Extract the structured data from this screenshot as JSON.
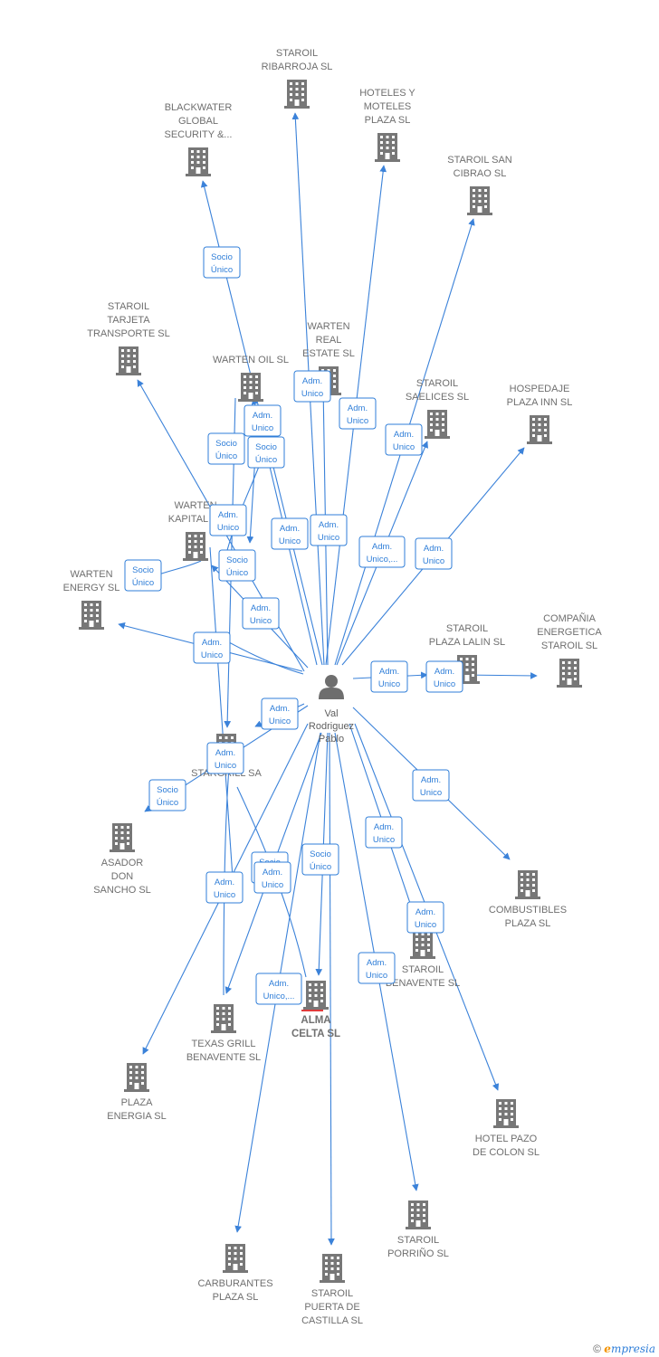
{
  "center": {
    "lines": [
      "Val",
      "Rodriguez",
      "Pablo"
    ],
    "icon": "person-icon"
  },
  "nodes": [
    {
      "id": "staroil-ribarroja",
      "lines": [
        "STAROIL",
        "RIBARROJA  SL"
      ]
    },
    {
      "id": "hoteles-moteles",
      "lines": [
        "HOTELES Y",
        "MOTELES",
        "PLAZA SL"
      ]
    },
    {
      "id": "blackwater",
      "lines": [
        "BLACKWATER",
        "GLOBAL",
        "SECURITY &..."
      ]
    },
    {
      "id": "staroil-san-cibrao",
      "lines": [
        "STAROIL SAN",
        "CIBRAO  SL"
      ]
    },
    {
      "id": "staroil-tarjeta",
      "lines": [
        "STAROIL",
        "TARJETA",
        "TRANSPORTE SL"
      ]
    },
    {
      "id": "warten-real",
      "lines": [
        "WARTEN",
        "REAL",
        "ESTATE  SL"
      ]
    },
    {
      "id": "warten-oil",
      "lines": [
        "WARTEN OIL  SL"
      ]
    },
    {
      "id": "staroil-saelices",
      "lines": [
        "STAROIL",
        "SAELICES  SL"
      ]
    },
    {
      "id": "hospedaje",
      "lines": [
        "HOSPEDAJE",
        "PLAZA INN SL"
      ]
    },
    {
      "id": "warten-kapital",
      "lines": [
        "WARTEN",
        "KAPITAL  SL"
      ]
    },
    {
      "id": "warten-energy",
      "lines": [
        "WARTEN",
        "ENERGY  SL"
      ]
    },
    {
      "id": "staroil-lalin",
      "lines": [
        "STAROIL",
        "PLAZA LALIN  SL"
      ]
    },
    {
      "id": "compania",
      "lines": [
        "COMPAÑIA",
        "ENERGETICA",
        "STAROIL  SL"
      ]
    },
    {
      "id": "stargrill",
      "lines": [
        "STARGRILL SA"
      ]
    },
    {
      "id": "asador",
      "lines": [
        "ASADOR",
        "DON",
        "SANCHO  SL"
      ]
    },
    {
      "id": "combustibles",
      "lines": [
        "COMBUSTIBLES",
        "PLAZA SL"
      ]
    },
    {
      "id": "staroil-benavente",
      "lines": [
        "STAROIL",
        "BENAVENTE  SL"
      ]
    },
    {
      "id": "alma-celta",
      "lines": [
        "ALMA",
        "CELTA  SL"
      ]
    },
    {
      "id": "texas-grill",
      "lines": [
        "TEXAS GRILL",
        "BENAVENTE  SL"
      ]
    },
    {
      "id": "plaza-energia",
      "lines": [
        "PLAZA",
        "ENERGIA SL"
      ]
    },
    {
      "id": "hotel-pazo",
      "lines": [
        "HOTEL PAZO",
        "DE COLON  SL"
      ]
    },
    {
      "id": "staroil-porrino",
      "lines": [
        "STAROIL",
        "PORRIÑO  SL"
      ]
    },
    {
      "id": "carburantes",
      "lines": [
        "CARBURANTES",
        "PLAZA SL"
      ]
    },
    {
      "id": "staroil-puerta",
      "lines": [
        "STAROIL",
        "PUERTA DE",
        "CASTILLA  SL"
      ]
    }
  ],
  "relations": [
    {
      "lines": [
        "Socio",
        "Único"
      ]
    },
    {
      "lines": [
        "Adm.",
        "Unico"
      ]
    },
    {
      "lines": [
        "Adm.",
        "Unico"
      ]
    },
    {
      "lines": [
        "Adm.",
        "Unico"
      ]
    },
    {
      "lines": [
        "Socio",
        "Único"
      ]
    },
    {
      "lines": [
        "Socio",
        "Único"
      ]
    },
    {
      "lines": [
        "Adm.",
        "Unico"
      ]
    },
    {
      "lines": [
        "Adm.",
        "Unico"
      ]
    },
    {
      "lines": [
        "Adm.",
        "Unico"
      ]
    },
    {
      "lines": [
        "Adm.",
        "Unico"
      ]
    },
    {
      "lines": [
        "Adm.",
        "Unico,..."
      ]
    },
    {
      "lines": [
        "Adm.",
        "Unico"
      ]
    },
    {
      "lines": [
        "Socio",
        "Único"
      ]
    },
    {
      "lines": [
        "Socio",
        "Único"
      ]
    },
    {
      "lines": [
        "Adm.",
        "Unico"
      ]
    },
    {
      "lines": [
        "Adm.",
        "Unico"
      ]
    },
    {
      "lines": [
        "Adm.",
        "Unico"
      ]
    },
    {
      "lines": [
        "Adm.",
        "Unico"
      ]
    },
    {
      "lines": [
        "Adm.",
        "Unico"
      ]
    },
    {
      "lines": [
        "Adm.",
        "Unico"
      ]
    },
    {
      "lines": [
        "Socio",
        "Único"
      ]
    },
    {
      "lines": [
        "Adm.",
        "Unico"
      ]
    },
    {
      "lines": [
        "Adm.",
        "Unico"
      ]
    },
    {
      "lines": [
        "Socio",
        "Único"
      ]
    },
    {
      "lines": [
        "Socio",
        "Único"
      ]
    },
    {
      "lines": [
        "Adm.",
        "Unico"
      ]
    },
    {
      "lines": [
        "Adm.",
        "Unico"
      ]
    },
    {
      "lines": [
        "Adm.",
        "Unico"
      ]
    },
    {
      "lines": [
        "Adm.",
        "Unico"
      ]
    },
    {
      "lines": [
        "Adm.",
        "Unico,..."
      ]
    }
  ],
  "footer": {
    "copyright": "©",
    "brand_first": "e",
    "brand_rest": "mpresia"
  },
  "colors": {
    "edge": "#3b82d9",
    "building": "#777777",
    "person": "#6e6e6e",
    "accent": "#2f7ed8"
  }
}
